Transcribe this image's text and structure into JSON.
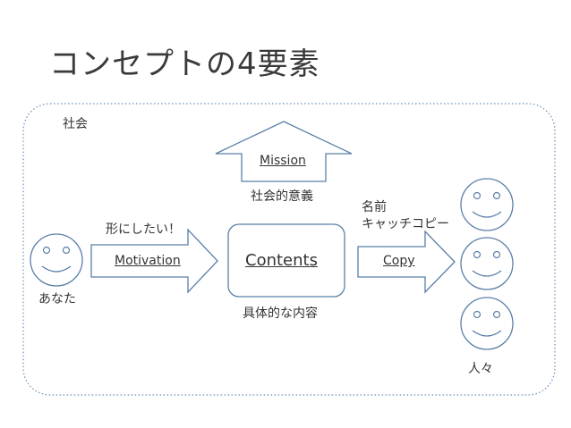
{
  "title": "コンセプトの4要素",
  "society_label": "社会",
  "you": {
    "label": "あなた",
    "arrow_caption": "形にしたい！",
    "arrow_label": "Motivation"
  },
  "contents": {
    "label": "Contents",
    "caption": "具体的な内容"
  },
  "mission": {
    "label": "Mission",
    "caption": "社会的意義"
  },
  "copy": {
    "label": "Copy",
    "caption_line1": "名前",
    "caption_line2": "キャッチコピー"
  },
  "people": {
    "label": "人々"
  },
  "colors": {
    "stroke": "#5b7fa8",
    "text": "#333333",
    "society_border": "#6a8fb5"
  }
}
